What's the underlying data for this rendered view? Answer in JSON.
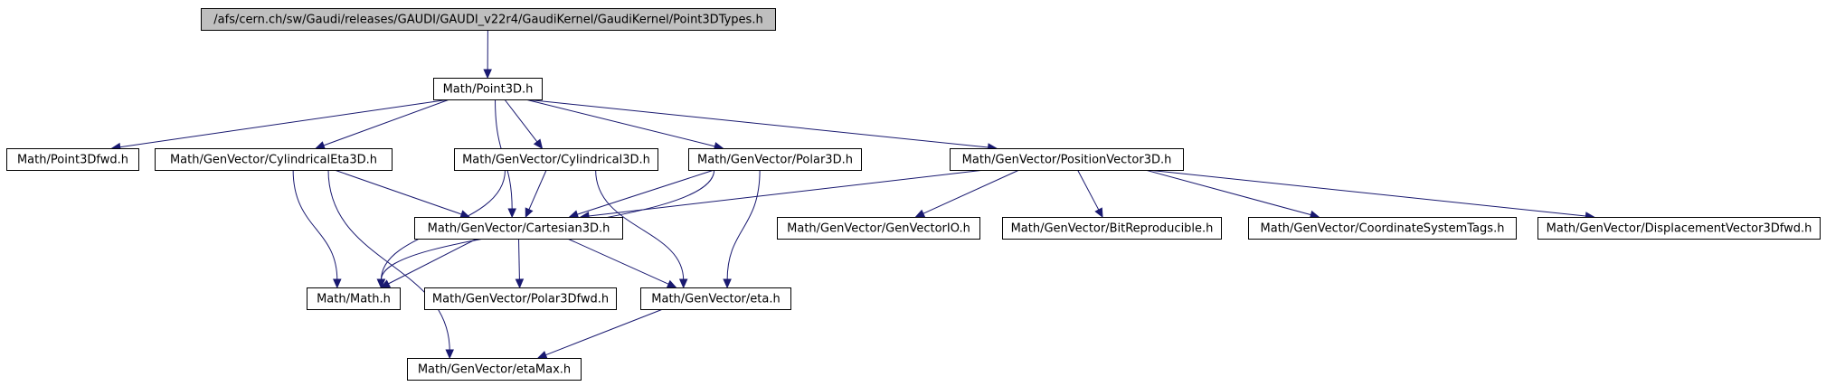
{
  "graph": {
    "nodes": [
      {
        "id": "root",
        "label": "/afs/cern.ch/sw/Gaudi/releases/GAUDI/GAUDI_v22r4/GaudiKernel/GaudiKernel/Point3DTypes.h",
        "root": true
      },
      {
        "id": "point3d",
        "label": "Math/Point3D.h"
      },
      {
        "id": "point3dfwd",
        "label": "Math/Point3Dfwd.h"
      },
      {
        "id": "cyleta",
        "label": "Math/GenVector/CylindricalEta3D.h"
      },
      {
        "id": "cyl3d",
        "label": "Math/GenVector/Cylindrical3D.h"
      },
      {
        "id": "polar3d",
        "label": "Math/GenVector/Polar3D.h"
      },
      {
        "id": "posvec",
        "label": "Math/GenVector/PositionVector3D.h"
      },
      {
        "id": "cart3d",
        "label": "Math/GenVector/Cartesian3D.h"
      },
      {
        "id": "genvecio",
        "label": "Math/GenVector/GenVectorIO.h"
      },
      {
        "id": "bitrepro",
        "label": "Math/GenVector/BitReproducible.h"
      },
      {
        "id": "coordtags",
        "label": "Math/GenVector/CoordinateSystemTags.h"
      },
      {
        "id": "dispfwd",
        "label": "Math/GenVector/DisplacementVector3Dfwd.h"
      },
      {
        "id": "math",
        "label": "Math/Math.h"
      },
      {
        "id": "polarfwd",
        "label": "Math/GenVector/Polar3Dfwd.h"
      },
      {
        "id": "eta",
        "label": "Math/GenVector/eta.h"
      },
      {
        "id": "etamax",
        "label": "Math/GenVector/etaMax.h"
      }
    ],
    "edges": [
      [
        "root",
        "point3d"
      ],
      [
        "point3d",
        "point3dfwd"
      ],
      [
        "point3d",
        "cyleta"
      ],
      [
        "point3d",
        "cart3d"
      ],
      [
        "point3d",
        "cyl3d"
      ],
      [
        "point3d",
        "polar3d"
      ],
      [
        "point3d",
        "posvec"
      ],
      [
        "cyleta",
        "cart3d"
      ],
      [
        "cyleta",
        "math"
      ],
      [
        "cyleta",
        "etamax"
      ],
      [
        "cyl3d",
        "cart3d"
      ],
      [
        "cyl3d",
        "math"
      ],
      [
        "cyl3d",
        "eta"
      ],
      [
        "polar3d",
        "cart3d"
      ],
      [
        "polar3d",
        "math"
      ],
      [
        "polar3d",
        "eta"
      ],
      [
        "posvec",
        "cart3d"
      ],
      [
        "posvec",
        "genvecio"
      ],
      [
        "posvec",
        "bitrepro"
      ],
      [
        "posvec",
        "coordtags"
      ],
      [
        "posvec",
        "dispfwd"
      ],
      [
        "cart3d",
        "math"
      ],
      [
        "cart3d",
        "polarfwd"
      ],
      [
        "cart3d",
        "eta"
      ],
      [
        "eta",
        "etamax"
      ]
    ]
  }
}
